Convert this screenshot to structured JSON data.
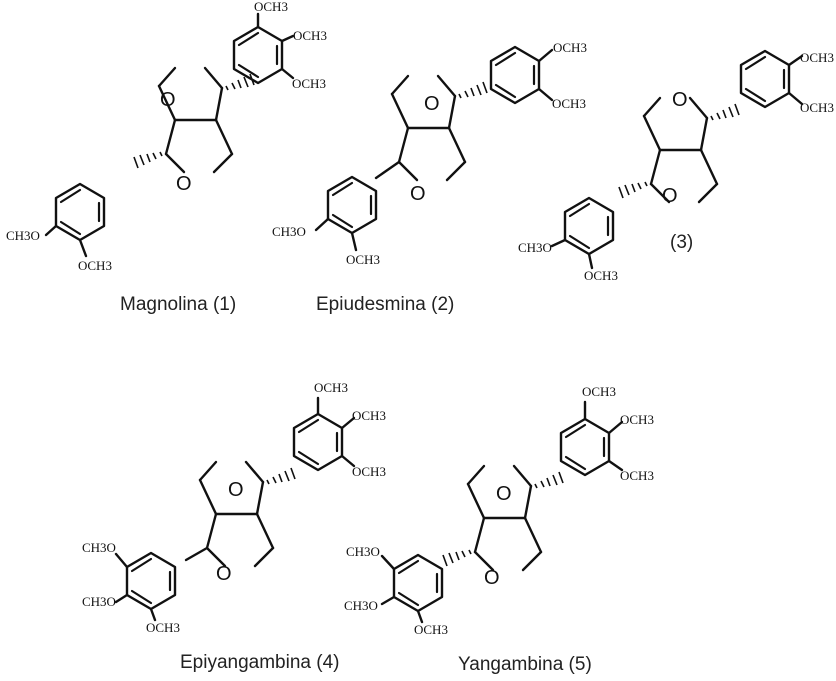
{
  "captions": {
    "c1": "Magnolina (1)",
    "c2": "Epiudesmina (2)",
    "c3": "(3)",
    "c4": "Epiyangambina (4)",
    "c5": "Yangambina (5)"
  },
  "atoms": {
    "oxygen": "O",
    "methoxy": "OCH3",
    "methoxy_left": "CH3O"
  }
}
